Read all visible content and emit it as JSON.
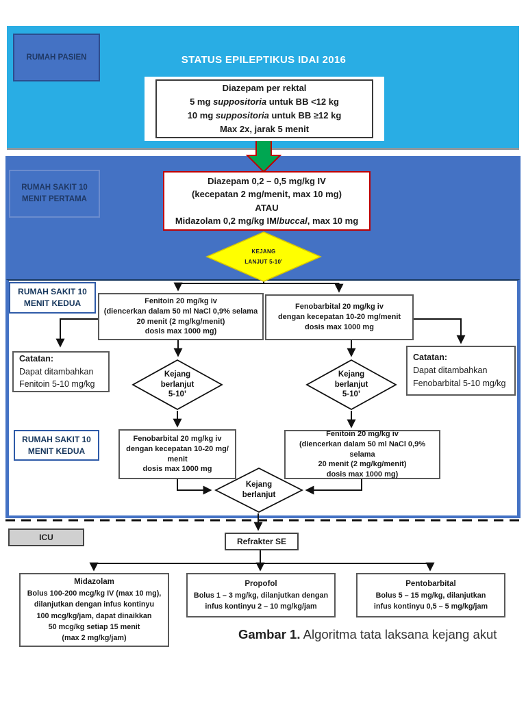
{
  "title": "STATUS EPILEPTIKUS IDAI 2016",
  "labels": {
    "rumah_pasien": "RUMAH PASIEN",
    "rs_pertama_l1": "RUMAH SAKIT 10",
    "rs_pertama_l2": "MENIT PERTAMA",
    "rs_kedua_l1": "RUMAH SAKIT 10",
    "rs_kedua_l2": "MENIT KEDUA",
    "icu": "ICU"
  },
  "boxes": {
    "diazepam_rektal": {
      "l1": "Diazepam per rektal",
      "l2a": "5 mg ",
      "l2b": "suppositoria",
      "l2c": " untuk BB <12 kg",
      "l3a": "10 mg ",
      "l3b": "suppositoria",
      "l3c": " untuk BB ≥12 kg",
      "l4": "Max 2x, jarak 5 menit"
    },
    "diazepam_iv": {
      "l1": "Diazepam 0,2 – 0,5 mg/kg IV",
      "l2": "(kecepatan 2 mg/menit, max 10 mg)",
      "l3": "ATAU",
      "l4a": "Midazolam 0,2 mg/kg IM/",
      "l4b": "buccal",
      "l4c": ", max 10 mg"
    },
    "fenitoin1": {
      "lines": [
        "Fenitoin 20 mg/kg iv",
        "(diencerkan dalam 50 ml NaCl 0,9% selama",
        "20 menit (2 mg/kg/menit)",
        "dosis max 1000 mg)"
      ]
    },
    "fenobarbital1": {
      "lines": [
        "Fenobarbital 20 mg/kg iv",
        "dengan kecepatan 10-20 mg/menit",
        "dosis max 1000 mg"
      ]
    },
    "catatan_left": {
      "title": "Catatan:",
      "lines": [
        "Dapat ditambahkan",
        "Fenitoin 5-10 mg/kg"
      ]
    },
    "catatan_right": {
      "title": "Catatan:",
      "lines": [
        "Dapat ditambahkan",
        "Fenobarbital  5-10 mg/kg"
      ]
    },
    "fenobarbital2": {
      "lines": [
        "Fenobarbital 20 mg/kg iv",
        "dengan kecepatan 10-20 mg/",
        "menit",
        "dosis max 1000 mg"
      ]
    },
    "fenitoin2": {
      "lines": [
        "Fenitoin 20 mg/kg iv",
        "(diencerkan dalam 50 ml NaCl 0,9% selama",
        "20 menit (2 mg/kg/menit)",
        "dosis max 1000 mg)"
      ]
    },
    "refrakter": "Refrakter SE",
    "midazolam": {
      "title": "Midazolam",
      "lines": [
        "Bolus 100-200 mcg/kg IV (max 10 mg),",
        "dilanjutkan dengan infus kontinyu",
        "100 mcg/kg/jam, dapat dinaikkan",
        "50 mcg/kg setiap 15 menit",
        "(max 2 mg/kg/jam)"
      ]
    },
    "propofol": {
      "title": "Propofol",
      "lines": [
        "Bolus 1 – 3 mg/kg, dilanjutkan dengan",
        "infus kontinyu 2 – 10 mg/kg/jam"
      ]
    },
    "pentobarbital": {
      "title": "Pentobarbital",
      "lines": [
        "Bolus 5 – 15 mg/kg, dilanjutkan",
        "infus kontinyu 0,5 – 5 mg/kg/jam"
      ]
    }
  },
  "diamonds": {
    "kejang_lanjut": {
      "l1": "KEJANG",
      "l2": "LANJUT 5-10’"
    },
    "kejang_berlanjut_left": {
      "l1": "Kejang",
      "l2": "berlanjut",
      "l3": "5-10’"
    },
    "kejang_berlanjut_right": {
      "l1": "Kejang",
      "l2": "berlanjut",
      "l3": "5-10’"
    },
    "kejang_berlanjut_final": {
      "l1": "Kejang",
      "l2": "berlanjut"
    }
  },
  "caption": {
    "bold": "Gambar 1.",
    "rest": "  Algoritma tata laksana kejang akut"
  },
  "colors": {
    "cyan": "#29ade4",
    "blue": "#4472c4",
    "navy": "#1f3864",
    "red": "#c00000",
    "green": "#00a651",
    "yellow": "#ffff00",
    "grey_fill": "#d0d0d0"
  }
}
